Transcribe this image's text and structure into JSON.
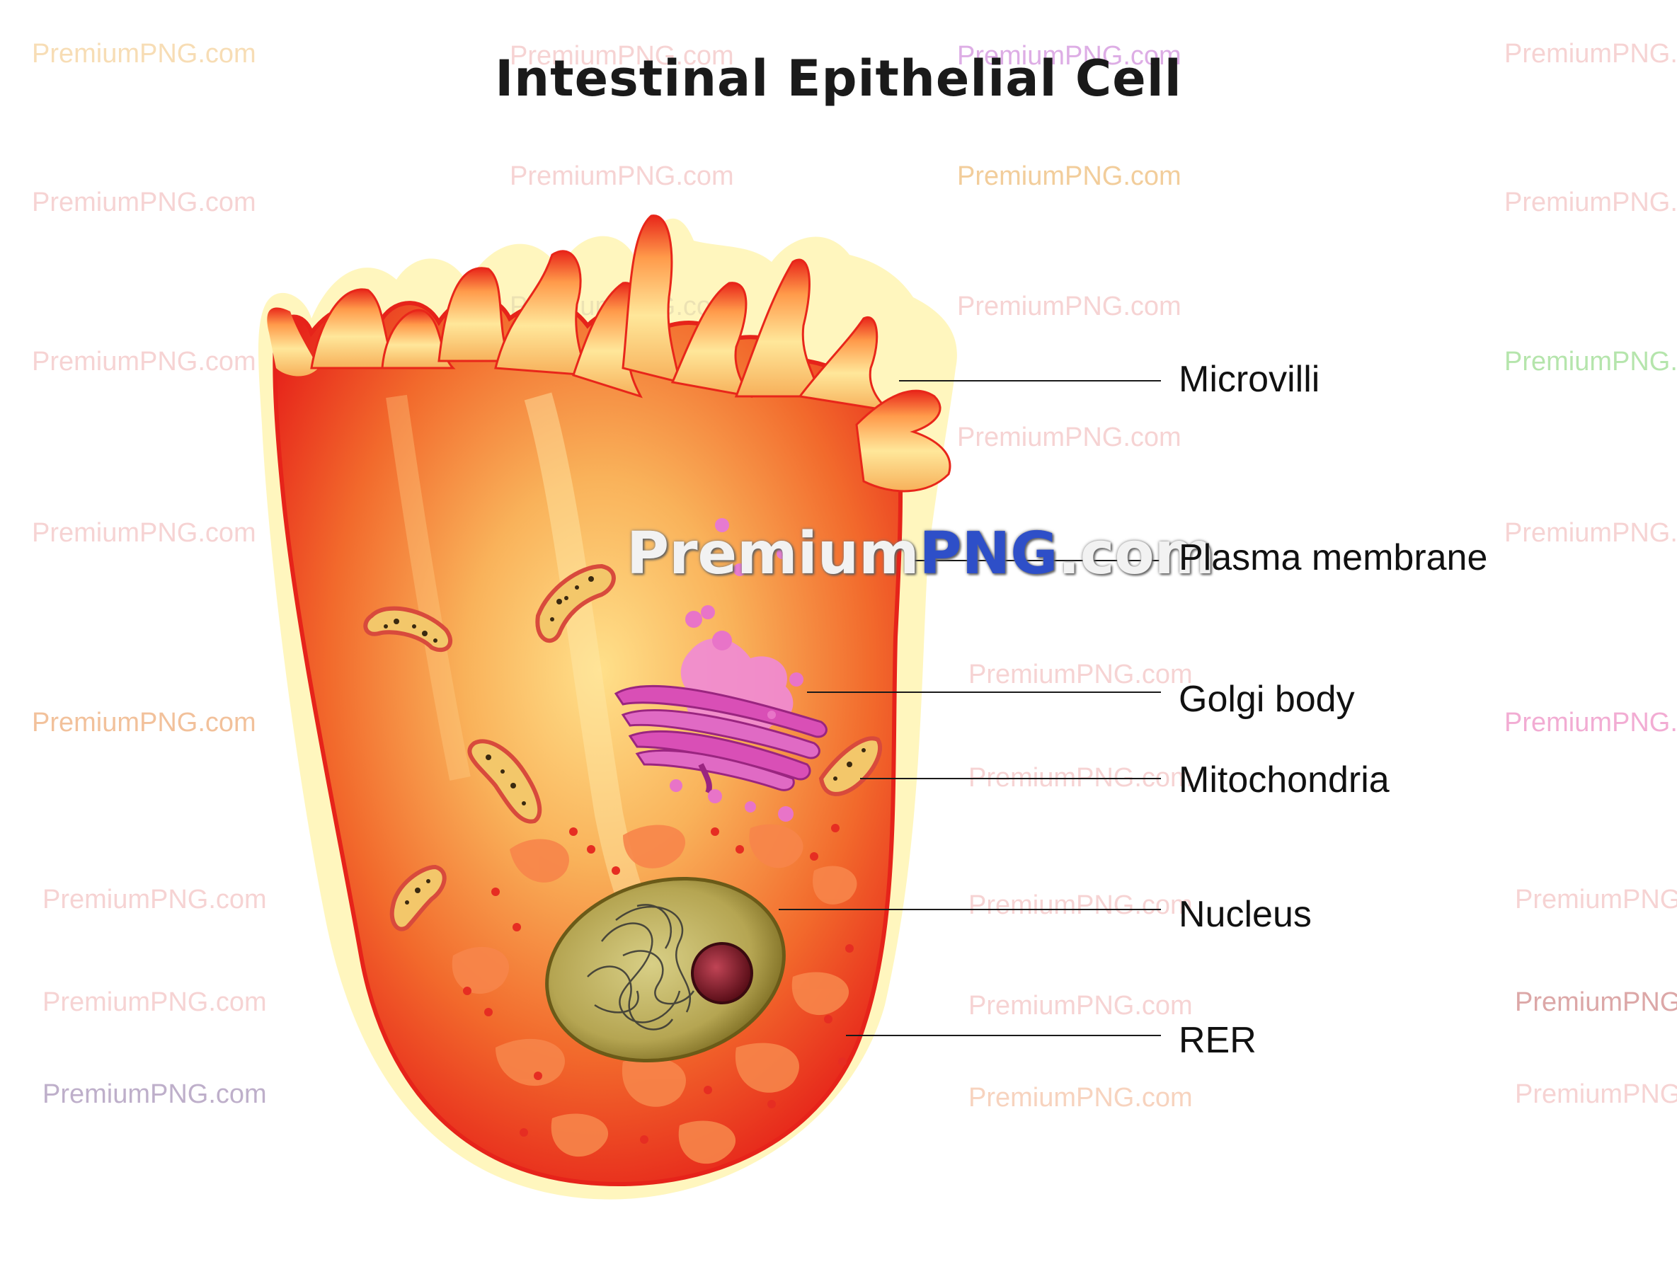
{
  "title": "Intestinal Epithelial Cell",
  "labels": {
    "microvilli": "Microvilli",
    "plasma_membrane": "Plasma membrane",
    "golgi_body": "Golgi body",
    "mitochondria": "Mitochondria",
    "nucleus": "Nucleus",
    "rer": "RER"
  },
  "watermark": {
    "text": "PremiumPNG.com",
    "premium": "Premium",
    "png": "PNG",
    "dotcom": ".com"
  },
  "colors": {
    "cell_outer": "#e8281a",
    "cell_inner": "#f7a24a",
    "highlight": "#fff2b0",
    "golgi": "#d94fb6",
    "nucleus": "#a89a3e",
    "nucleolus": "#8a1c2a",
    "mitochondria": "#f0c06a"
  }
}
